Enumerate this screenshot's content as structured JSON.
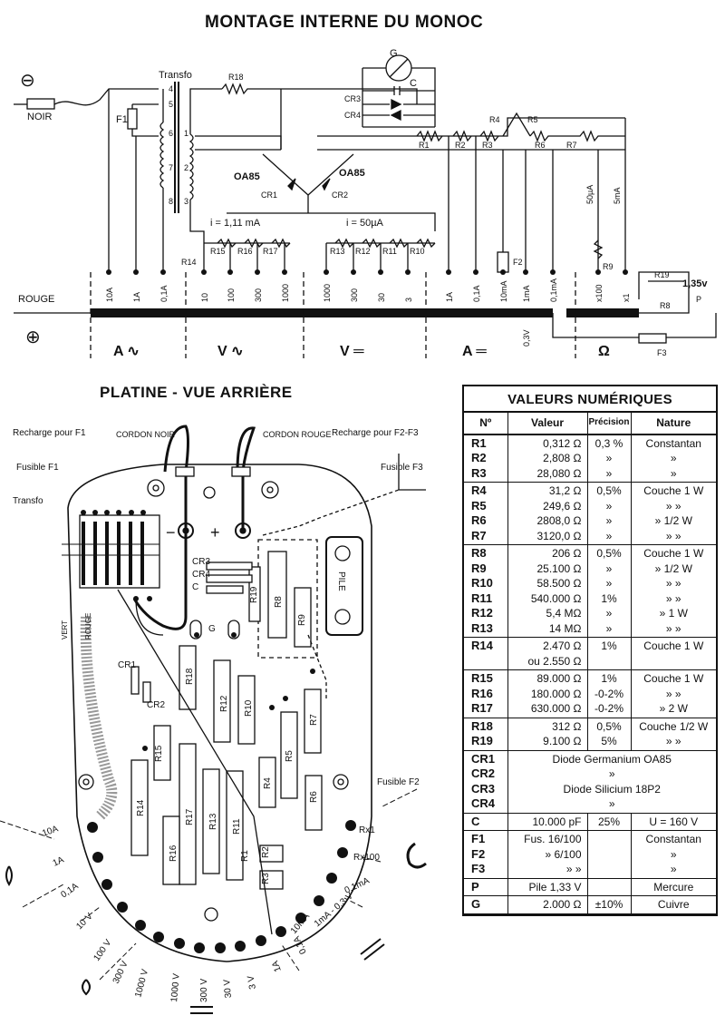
{
  "title_top": "MONTAGE INTERNE DU MONOC",
  "title_bottom": "PLATINE - VUE ARRIÈRE",
  "schematic": {
    "noir": "NOIR",
    "rouge": "ROUGE",
    "transfo": "Transfo",
    "minus": "⊖",
    "plus": "⊕",
    "oa85_left": "OA85",
    "oa85_right": "OA85",
    "cr1": "CR1",
    "cr2": "CR2",
    "cr3": "CR3",
    "cr4": "CR4",
    "g": "G",
    "c": "C",
    "f1": "F1",
    "f2": "F2",
    "f3": "F3",
    "i1": "i = 1,11 mA",
    "i2": "i = 50µA",
    "ua50": "50µA",
    "ma5": "5mA",
    "battery": "1,35v",
    "p": "P",
    "v03": "0,3V",
    "resistors": [
      "R1",
      "R2",
      "R3",
      "R4",
      "R5",
      "R6",
      "R7",
      "R8",
      "R9",
      "R10",
      "R11",
      "R12",
      "R13",
      "R14",
      "R15",
      "R16",
      "R17",
      "R18",
      "R19"
    ],
    "taps": [
      "10A",
      "1A",
      "0,1A",
      "10",
      "100",
      "300",
      "1000",
      "1000",
      "300",
      "30",
      "3",
      "1A",
      "0,1A",
      "10mA",
      "1mA",
      "0,1mA",
      "x100",
      "x1"
    ],
    "sections": [
      "A ∿",
      "V ∿",
      "V ═",
      "A ═",
      "Ω"
    ],
    "winding_numbers": [
      "4",
      "5",
      "6",
      "7",
      "8",
      "1",
      "2",
      "3"
    ]
  },
  "platine": {
    "recharge_f1": "Recharge pour F1",
    "cordon_noir": "CORDON NOIR",
    "cordon_rouge": "CORDON ROUGE",
    "recharge_f2f3": "Recharge pour F2-F3",
    "fusible_f1": "Fusible F1",
    "fusible_f3": "Fusible F3",
    "fusible_f2": "Fusible F2",
    "transfo": "Transfo",
    "pile": "PILE",
    "vert": "VERT",
    "rouge": "ROUGE",
    "dial_left": [
      "10A",
      "1A",
      "0,1A",
      "10 V",
      "100 V",
      "300 V",
      "1000 V",
      "1000 V",
      "300 V",
      "30 V",
      "3 V",
      "1A",
      "0,1A"
    ],
    "dial_right": [
      "Rx1",
      "Rx100",
      "0,1mA",
      "1mA - 0,3 V",
      "10mA"
    ],
    "parts": [
      "R14",
      "R15",
      "R16",
      "R17",
      "R13",
      "R11",
      "R12",
      "R10",
      "R18",
      "R4",
      "R5",
      "R6",
      "R7",
      "R8",
      "R9",
      "R19",
      "R1",
      "R2",
      "R3",
      "CR1",
      "CR2",
      "CR3",
      "CR4",
      "C",
      "G"
    ]
  },
  "table": {
    "title": "VALEURS NUMÉRIQUES",
    "headers": [
      "Nº",
      "Valeur",
      "Précision",
      "Nature"
    ],
    "groups": [
      {
        "ids": [
          "R1",
          "R2",
          "R3"
        ],
        "values": [
          "0,312 Ω",
          "2,808 Ω",
          "28,080 Ω"
        ],
        "precision": [
          "0,3 %",
          "»",
          "»"
        ],
        "nature": [
          "Constantan",
          "»",
          "»"
        ]
      },
      {
        "ids": [
          "R4",
          "R5",
          "R6",
          "R7"
        ],
        "values": [
          "31,2 Ω",
          "249,6 Ω",
          "2808,0 Ω",
          "3120,0 Ω"
        ],
        "precision": [
          "0,5%",
          "»",
          "»",
          "»"
        ],
        "nature": [
          "Couche 1 W",
          "» »",
          "» 1/2 W",
          "» »"
        ]
      },
      {
        "ids": [
          "R8",
          "R9",
          "R10",
          "R11",
          "R12",
          "R13"
        ],
        "values": [
          "206 Ω",
          "25.100 Ω",
          "58.500 Ω",
          "540.000 Ω",
          "5,4 MΩ",
          "14 MΩ"
        ],
        "precision": [
          "0,5%",
          "»",
          "»",
          "1%",
          "»",
          "»"
        ],
        "nature": [
          "Couche 1 W",
          "» 1/2 W",
          "» »",
          "» »",
          "» 1 W",
          "» »"
        ]
      },
      {
        "ids": [
          "R14"
        ],
        "values": [
          "2.470 Ω",
          "ou 2.550 Ω"
        ],
        "precision": [
          "1%"
        ],
        "nature": [
          "Couche 1 W"
        ]
      },
      {
        "ids": [
          "R15",
          "R16",
          "R17"
        ],
        "values": [
          "89.000 Ω",
          "180.000 Ω",
          "630.000 Ω"
        ],
        "precision": [
          "1%",
          "-0-2%",
          "-0-2%"
        ],
        "nature": [
          "Couche 1 W",
          "» »",
          "» 2 W"
        ]
      },
      {
        "ids": [
          "R18",
          "R19"
        ],
        "values": [
          "312 Ω",
          "9.100 Ω"
        ],
        "precision": [
          "0,5%",
          "5%"
        ],
        "nature": [
          "Couche 1/2 W",
          "» »"
        ]
      },
      {
        "ids": [
          "CR1",
          "CR2",
          "CR3",
          "CR4"
        ],
        "span": [
          "Diode Germanium OA85",
          "»",
          "Diode Silicium 18P2",
          "»"
        ]
      },
      {
        "ids": [
          "C"
        ],
        "values": [
          "10.000 pF"
        ],
        "precision": [
          "25%"
        ],
        "nature": [
          "U = 160 V"
        ]
      },
      {
        "ids": [
          "F1",
          "F2",
          "F3"
        ],
        "values": [
          "Fus. 16/100",
          "» 6/100",
          "» »"
        ],
        "precision": [
          "",
          "",
          " "
        ],
        "nature": [
          "Constantan",
          "»",
          "»"
        ]
      },
      {
        "ids": [
          "P"
        ],
        "values": [
          "Pile 1,33 V"
        ],
        "precision": [
          ""
        ],
        "nature": [
          "Mercure"
        ]
      },
      {
        "ids": [
          "G"
        ],
        "values": [
          "2.000 Ω"
        ],
        "precision": [
          "±10%"
        ],
        "nature": [
          "Cuivre"
        ]
      }
    ]
  }
}
